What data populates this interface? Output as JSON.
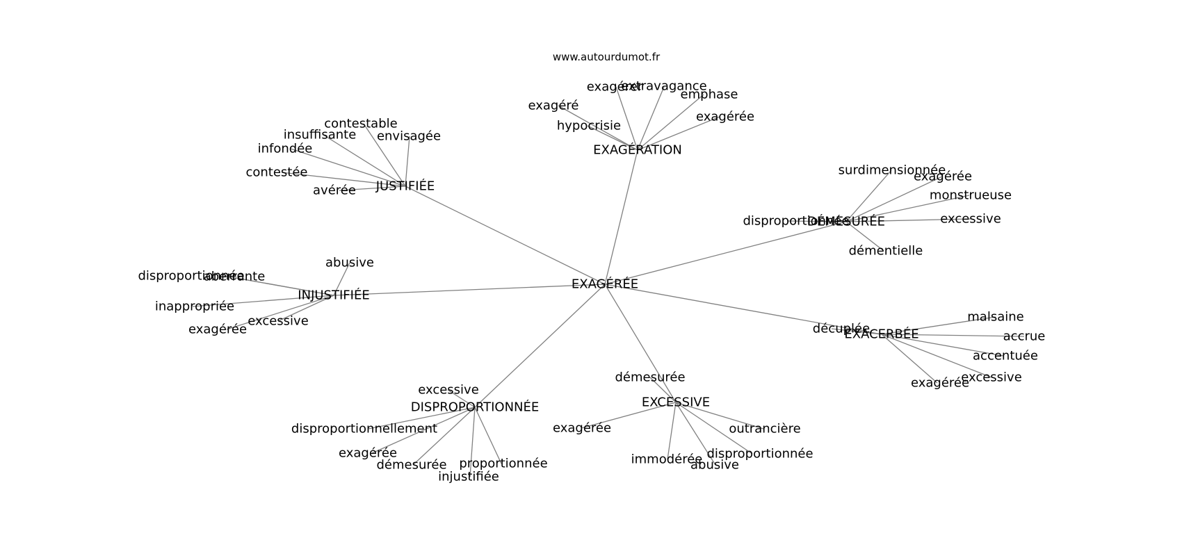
{
  "source": "www.autourdumot.fr",
  "graph": {
    "center": "EXAGÉRÉE",
    "hubs": [
      {
        "label": "EXAGÉRATION",
        "leaves": [
          "exagérer",
          "extravagance",
          "exagéré",
          "emphase",
          "hypocrisie",
          "exagérée"
        ]
      },
      {
        "label": "JUSTIFIÉE",
        "leaves": [
          "contestable",
          "insuffisante",
          "envisagée",
          "infondée",
          "contestée",
          "avérée"
        ]
      },
      {
        "label": "DÉMESURÉE",
        "leaves": [
          "surdimensionnée",
          "exagérée",
          "monstrueuse",
          "disproportionnée",
          "excessive",
          "démentielle"
        ]
      },
      {
        "label": "INJUSTIFIÉE",
        "leaves": [
          "abusive",
          "disproportionnée",
          "aberrante",
          "inappropriée",
          "excessive",
          "exagérée"
        ]
      },
      {
        "label": "EXACERBÉE",
        "leaves": [
          "malsaine",
          "décuplée",
          "accrue",
          "accentuée",
          "excessive",
          "exagérée"
        ]
      },
      {
        "label": "EXCESSIVE",
        "leaves": [
          "démesurée",
          "exagérée",
          "outrancière",
          "disproportionnée",
          "immodérée",
          "abusive"
        ]
      },
      {
        "label": "DISPROPORTIONNÉE",
        "leaves": [
          "excessive",
          "disproportionnellement",
          "exagérée",
          "démesurée",
          "proportionnée",
          "injustifiée"
        ]
      }
    ]
  }
}
